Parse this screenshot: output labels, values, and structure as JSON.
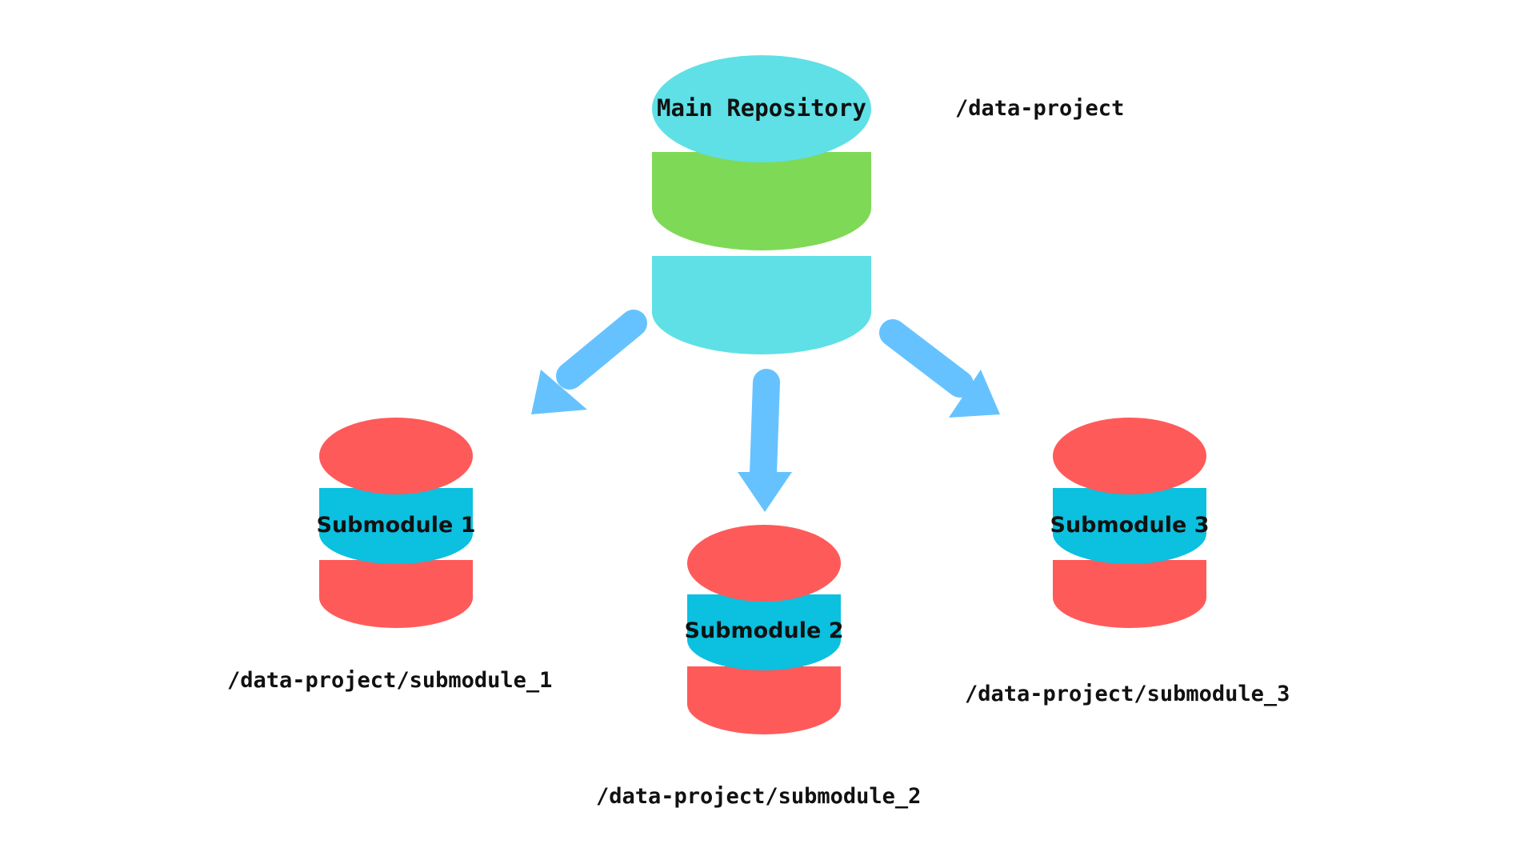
{
  "main_repository": {
    "label": "Main Repository",
    "path": "/data-project"
  },
  "submodules": [
    {
      "label": "Submodule 1",
      "path": "/data-project/submodule_1"
    },
    {
      "label": "Submodule 2",
      "path": "/data-project/submodule_2"
    },
    {
      "label": "Submodule 3",
      "path": "/data-project/submodule_3"
    }
  ],
  "colors": {
    "main_top": "#5ee0e6",
    "main_middle": "#7ed957",
    "main_bottom": "#5ee0e6",
    "submodule_top": "#ff5a5a",
    "submodule_middle": "#0cc0df",
    "submodule_bottom": "#ff5a5a",
    "arrow": "#66c2ff",
    "text": "#111111"
  },
  "icons": {
    "repository": "database-cylinder-icon",
    "link": "arrow-icon"
  }
}
